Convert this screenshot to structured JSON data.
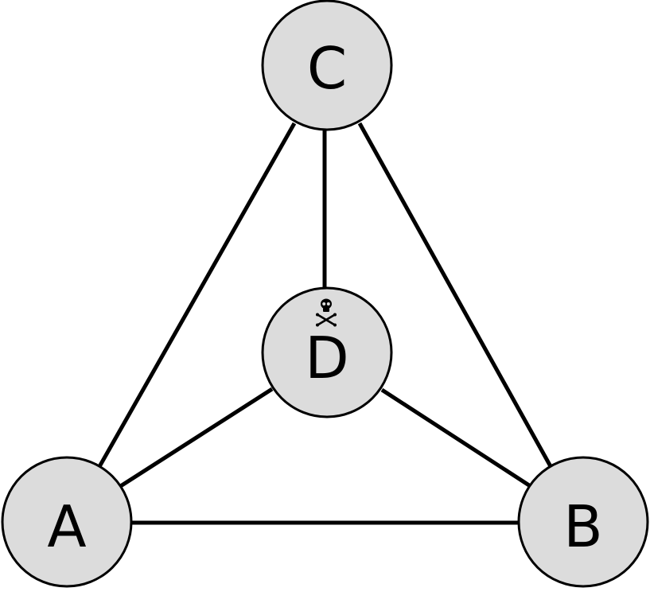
{
  "diagram": {
    "node_fill": "#dcdcdc",
    "line_color": "#000000",
    "nodes": [
      {
        "id": "C",
        "label": "C"
      },
      {
        "id": "D",
        "label": "D",
        "marker": "skull-crossbones-icon"
      },
      {
        "id": "A",
        "label": "A"
      },
      {
        "id": "B",
        "label": "B"
      }
    ],
    "edges": [
      {
        "from": "C",
        "to": "A"
      },
      {
        "from": "C",
        "to": "B"
      },
      {
        "from": "C",
        "to": "D"
      },
      {
        "from": "A",
        "to": "B"
      },
      {
        "from": "A",
        "to": "D"
      },
      {
        "from": "D",
        "to": "B"
      }
    ]
  }
}
